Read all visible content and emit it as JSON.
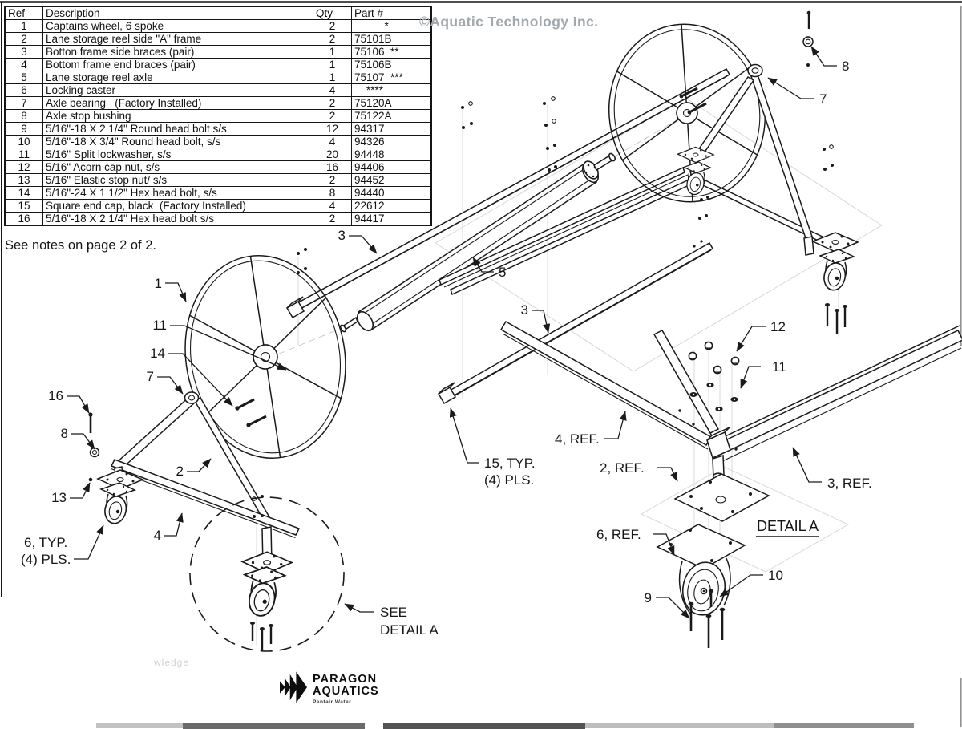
{
  "page": {
    "copyright": "©Aquatic Technology Inc.",
    "note": "See notes on page 2 of 2.",
    "watermark_artifact": "wledge",
    "colors": {
      "line": "#1a1a1a",
      "faint_line": "#d6d9dd",
      "copyright_gray": "#a2a9ad"
    }
  },
  "parts_table": {
    "headers": {
      "ref": "Ref",
      "description": "Description",
      "qty": "Qty",
      "part": "Part #"
    },
    "rows": [
      {
        "ref": "1",
        "desc": "Captains wheel, 6 spoke",
        "qty": "2",
        "part": "          *"
      },
      {
        "ref": "2",
        "desc": "Lane storage reel side \"A\" frame",
        "qty": "2",
        "part": "75101B"
      },
      {
        "ref": "3",
        "desc": "Botton frame side braces (pair)",
        "qty": "1",
        "part": "75106  **"
      },
      {
        "ref": "4",
        "desc": "Bottom frame end braces (pair)",
        "qty": "1",
        "part": "75106B"
      },
      {
        "ref": "5",
        "desc": "Lane storage reel axle",
        "qty": "1",
        "part": "75107  ***"
      },
      {
        "ref": "6",
        "desc": "Locking caster",
        "qty": "4",
        "part": "    ****"
      },
      {
        "ref": "7",
        "desc": "Axle bearing   (Factory Installed)",
        "qty": "2",
        "part": "75120A"
      },
      {
        "ref": "8",
        "desc": "Axle stop bushing",
        "qty": "2",
        "part": "75122A"
      },
      {
        "ref": "9",
        "desc": "5/16\"-18 X 2 1/4\" Round head bolt s/s",
        "qty": "12",
        "part": "94317"
      },
      {
        "ref": "10",
        "desc": "5/16\"-18 X 3/4\" Round head bolt, s/s",
        "qty": "4",
        "part": "94326"
      },
      {
        "ref": "11",
        "desc": "5/16\" Split lockwasher, s/s",
        "qty": "20",
        "part": "94448"
      },
      {
        "ref": "12",
        "desc": "5/16\" Acorn cap nut, s/s",
        "qty": "16",
        "part": "94406"
      },
      {
        "ref": "13",
        "desc": "5/16\" Elastic stop nut/ s/s",
        "qty": "2",
        "part": "94452"
      },
      {
        "ref": "14",
        "desc": "5/16\"-24 X 1 1/2\" Hex head bolt, s/s",
        "qty": "8",
        "part": "94440"
      },
      {
        "ref": "15",
        "desc": "Square end cap, black  (Factory Installed)",
        "qty": "4",
        "part": "22612"
      },
      {
        "ref": "16",
        "desc": "5/16\"-18 X 2 1/4\" Hex head bolt s/s",
        "qty": "2",
        "part": "94417"
      }
    ]
  },
  "callouts": {
    "n1": "1",
    "n11_left": "11",
    "n14": "14",
    "n7_left": "7",
    "n16": "16",
    "n8_left": "8",
    "n13": "13",
    "n6_typ": "6, TYP.",
    "n6_pls": "(4) PLS.",
    "n2": "2",
    "n4": "4",
    "n3_upper": "3",
    "n5": "5",
    "n3_lower": "3",
    "n15_typ": "15, TYP.",
    "n15_pls": "(4) PLS.",
    "n8_right": "8",
    "n7_right": "7",
    "n12": "12",
    "n11_detail": "11",
    "n4_ref": "4, REF.",
    "n2_ref": "2, REF.",
    "n3_ref": "3, REF.",
    "n6_ref": "6, REF.",
    "n10": "10",
    "n9": "9",
    "see_line1": "SEE",
    "see_line2": "DETAIL A",
    "detail_title": "DETAIL A"
  },
  "logo": {
    "name1": "PARAGON",
    "name2": "AQUATICS",
    "tagline": "Pentair Water"
  }
}
